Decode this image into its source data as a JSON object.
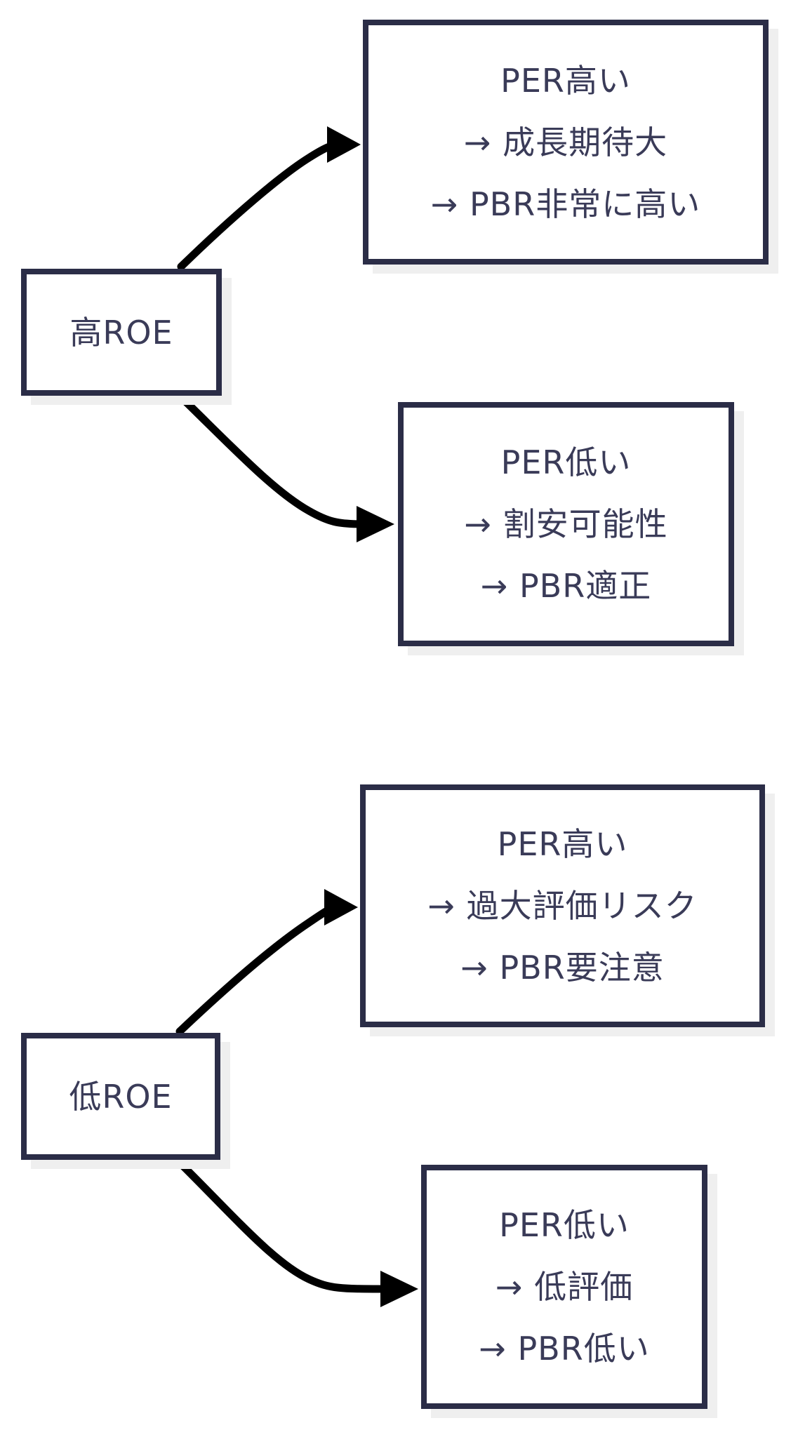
{
  "colors": {
    "background": "#ffffff",
    "box_border": "#2b2d47",
    "box_fill": "#ffffff",
    "text": "#3a3b58",
    "arrow": "#000000",
    "box_shadow": "#efefef"
  },
  "nodes": {
    "high_roe": {
      "label": "高ROE"
    },
    "high_roe_per_high": {
      "lines": [
        "PER高い",
        "→ 成長期待大",
        "→ PBR非常に高い"
      ]
    },
    "high_roe_per_low": {
      "lines": [
        "PER低い",
        "→ 割安可能性",
        "→ PBR適正"
      ]
    },
    "low_roe": {
      "label": "低ROE"
    },
    "low_roe_per_high": {
      "lines": [
        "PER高い",
        "→ 過大評価リスク",
        "→ PBR要注意"
      ]
    },
    "low_roe_per_low": {
      "lines": [
        "PER低い",
        "→ 低評価",
        "→ PBR低い"
      ]
    }
  },
  "edges": [
    {
      "from": "high_roe",
      "to": "high_roe_per_high"
    },
    {
      "from": "high_roe",
      "to": "high_roe_per_low"
    },
    {
      "from": "low_roe",
      "to": "low_roe_per_high"
    },
    {
      "from": "low_roe",
      "to": "low_roe_per_low"
    }
  ]
}
